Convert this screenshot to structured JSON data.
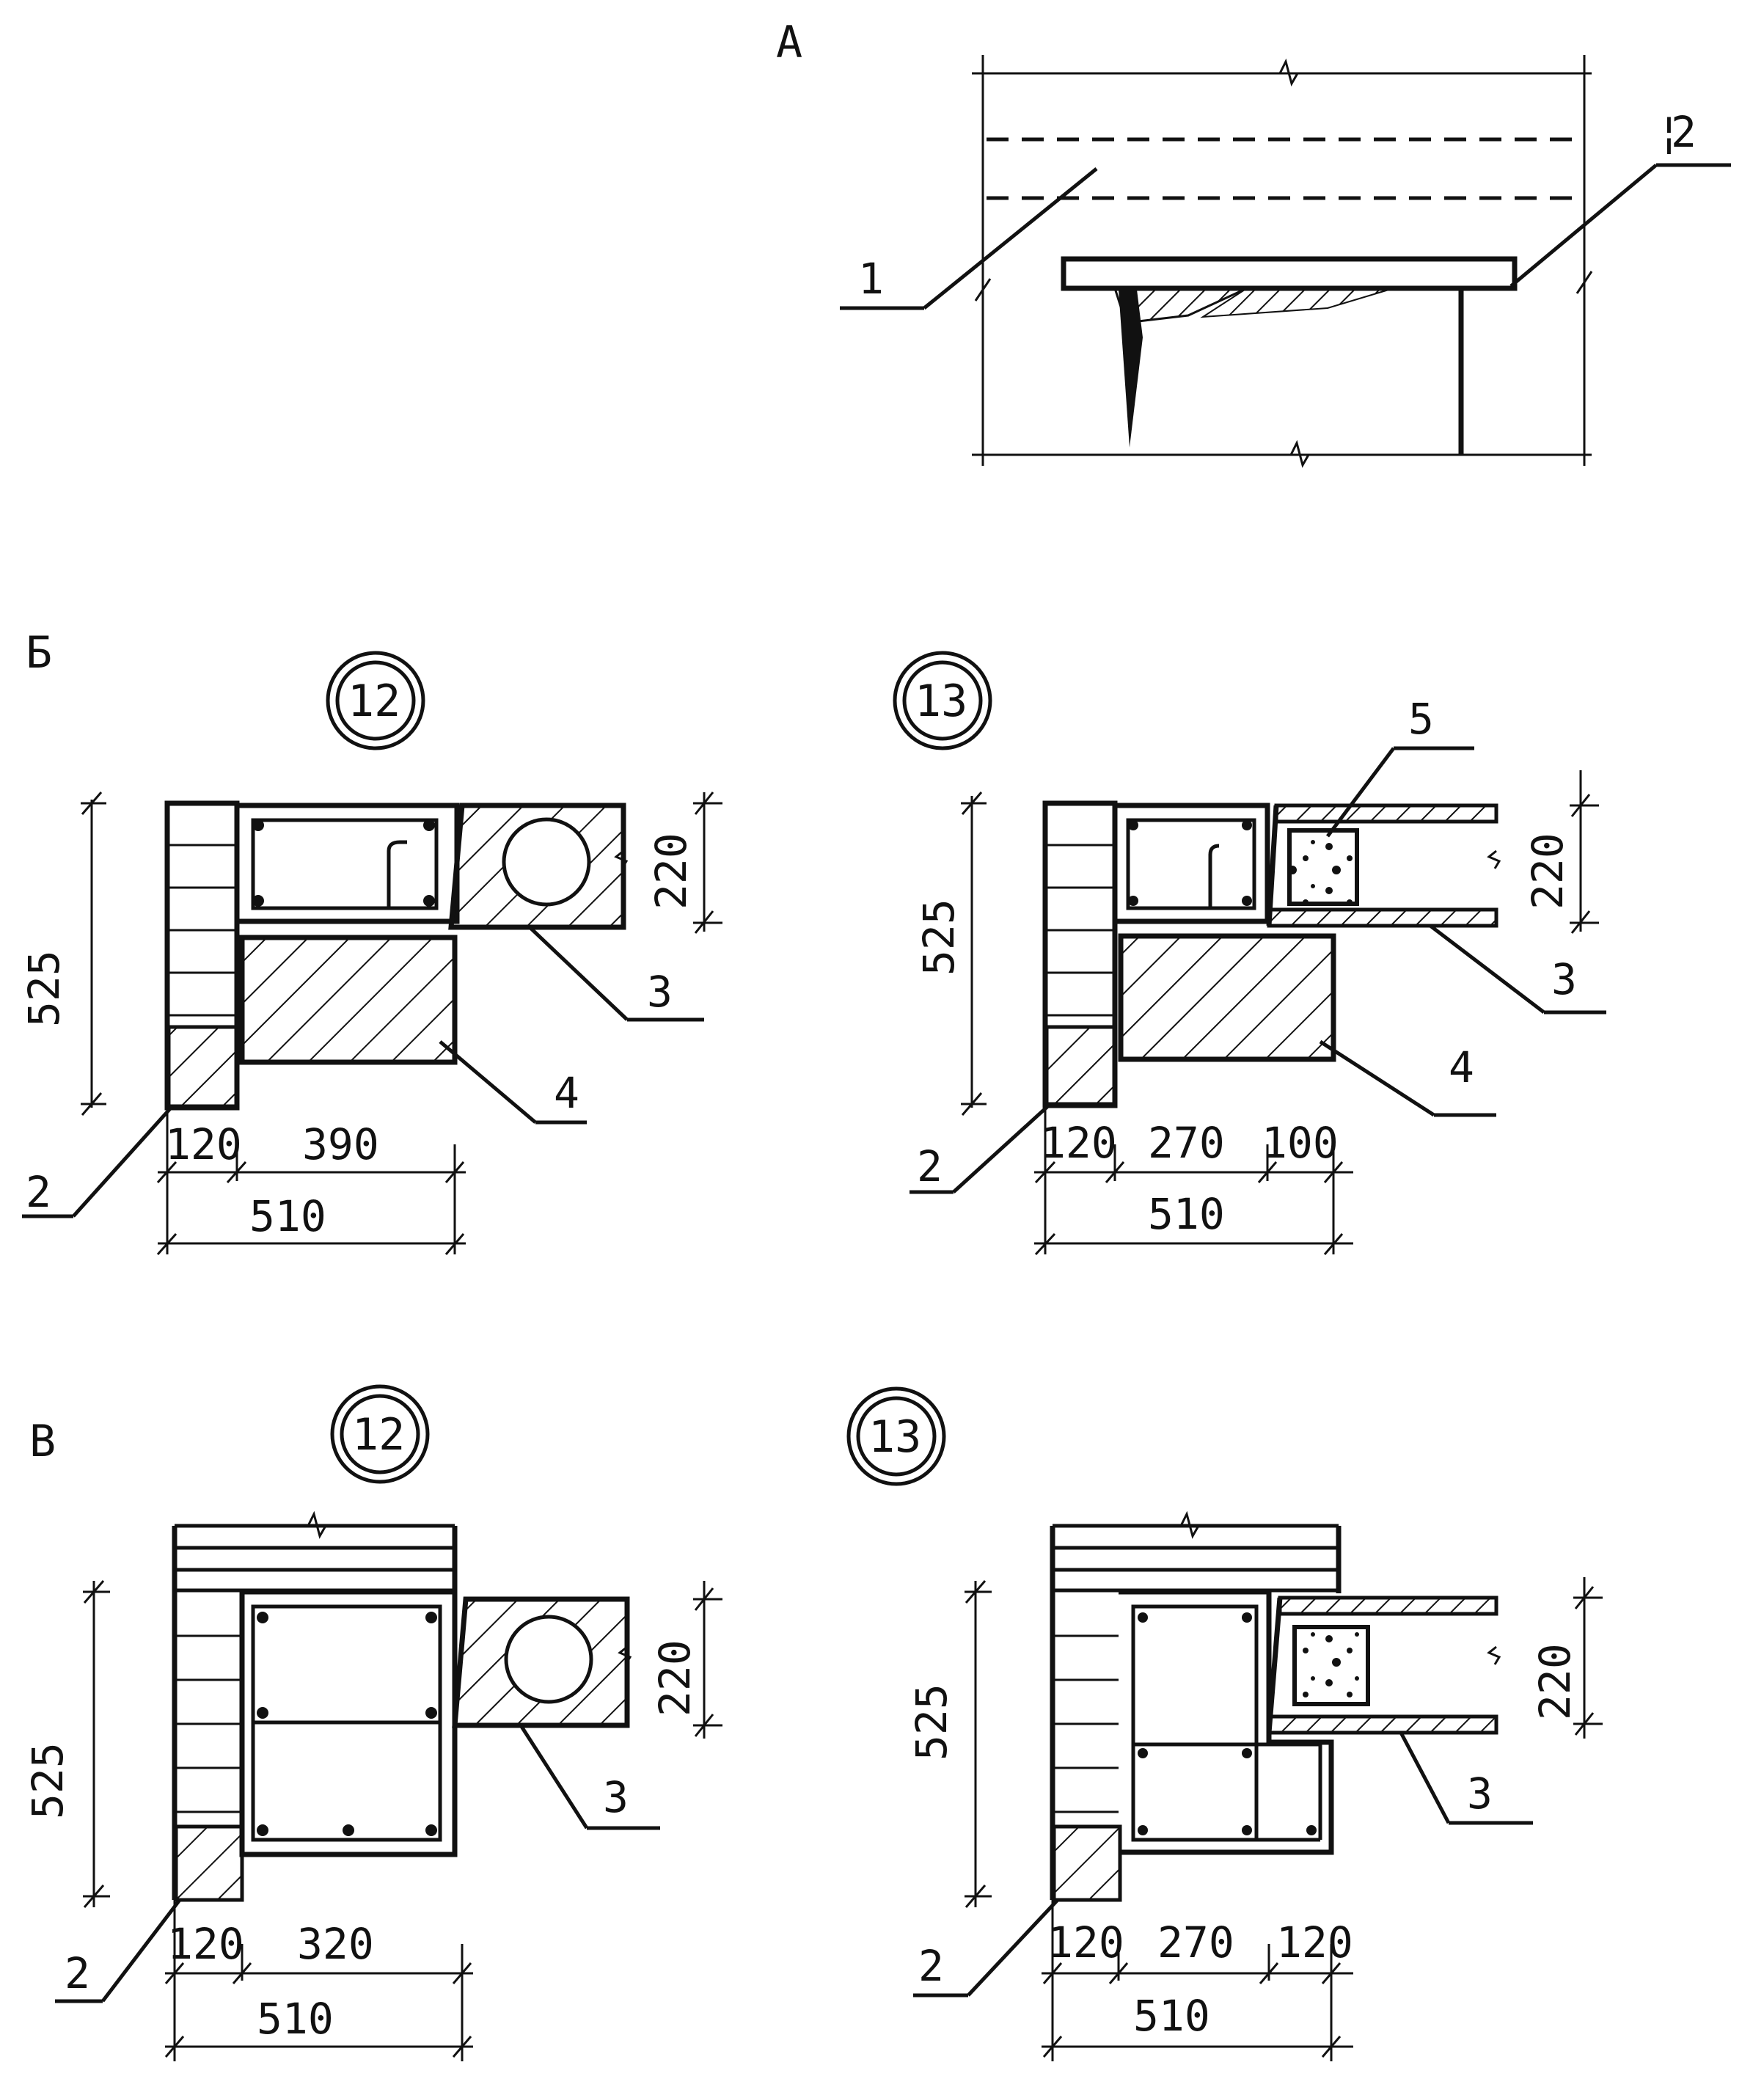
{
  "panels": {
    "a": {
      "title": "А",
      "callouts": [
        "1",
        "2"
      ]
    },
    "b": {
      "title": "Б",
      "left": {
        "circle": "12",
        "height": "525",
        "slab": "220",
        "dims": [
          "120",
          "390"
        ],
        "total": "510",
        "callouts": [
          "3",
          "4",
          "2"
        ]
      },
      "right": {
        "circle": "13",
        "height": "525",
        "slab": "220",
        "dims": [
          "120",
          "270",
          "100"
        ],
        "total": "510",
        "callouts": [
          "5",
          "3",
          "4",
          "2"
        ]
      }
    },
    "c": {
      "title": "В",
      "left": {
        "circle": "12",
        "height": "525",
        "slab": "220",
        "dims": [
          "120",
          "320"
        ],
        "total": "510",
        "callouts": [
          "3",
          "2"
        ]
      },
      "right": {
        "circle": "13",
        "height": "525",
        "slab": "220",
        "dims": [
          "120",
          "270",
          "120"
        ],
        "total": "510",
        "callouts": [
          "3",
          "2"
        ]
      }
    }
  }
}
